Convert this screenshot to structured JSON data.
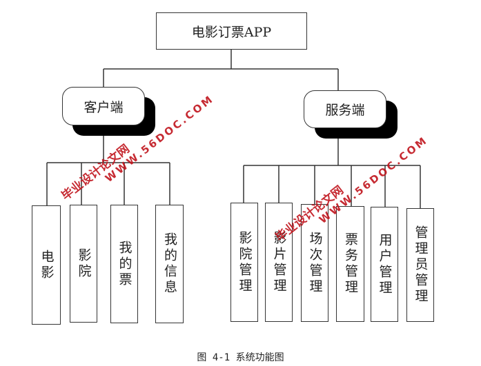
{
  "root": {
    "label": "电影订票APP"
  },
  "client": {
    "label": "客户端",
    "children": [
      "电影",
      "影院",
      "我的票",
      "我的信息"
    ]
  },
  "server": {
    "label": "服务端",
    "children": [
      "影院管理",
      "影片管理",
      "场次管理",
      "票务管理",
      "用户管理",
      "管理员管理"
    ]
  },
  "caption": "图 4-1  系统功能图",
  "watermark": {
    "site_name": "毕业设计论文网",
    "url": "WWW.56DOC.COM",
    "color": "#c0141c"
  }
}
